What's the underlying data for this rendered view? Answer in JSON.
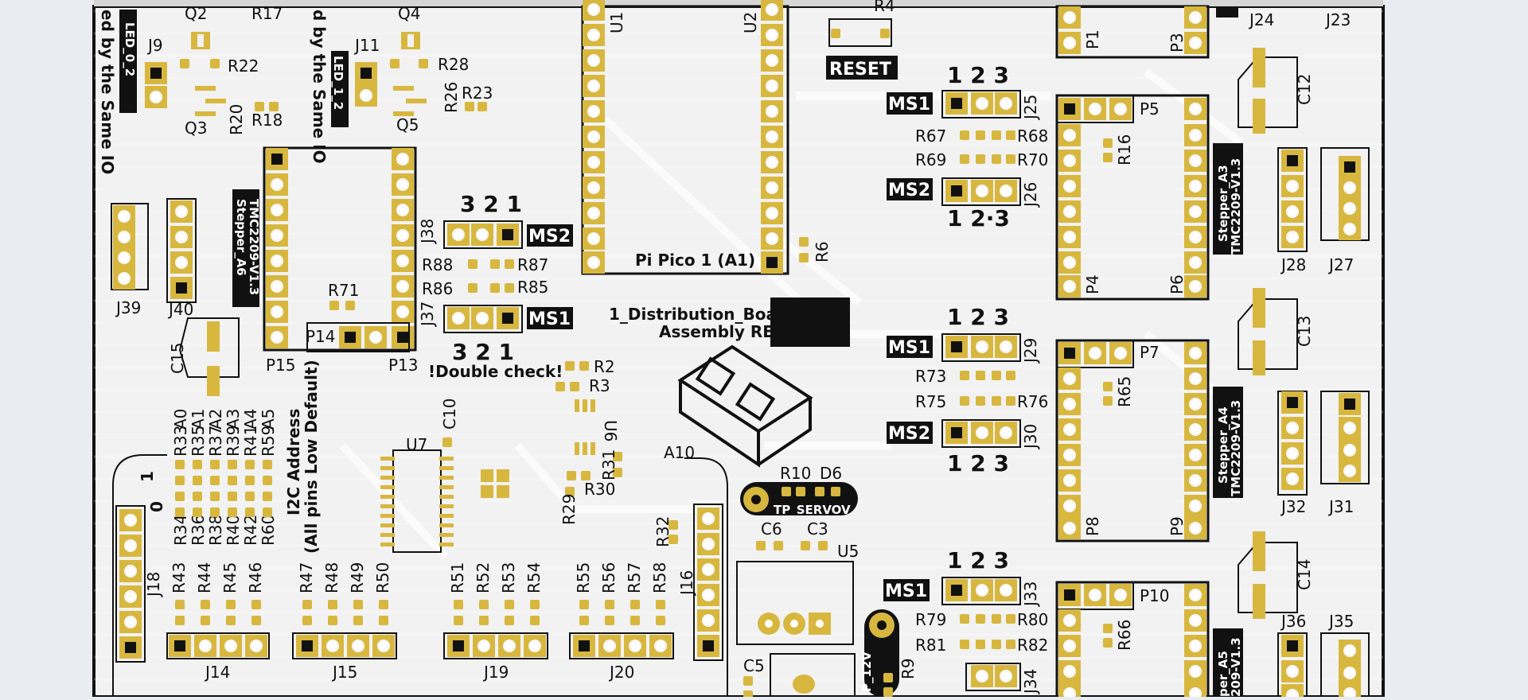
{
  "colors": {
    "background": "#e9ecf0",
    "board": "#f2f2f2",
    "pad": "#d8b73f",
    "silkscreen": "#111111",
    "trace_hint": "#ffffff",
    "inverted_bg": "#111111"
  },
  "board": {
    "title": "1_Distribution_Board",
    "subtitle": "Assembly REV"
  },
  "modules": {
    "pico": "Pi Pico 1 (A1)",
    "reset": "RESET",
    "stepper_a6": "Stepper_A6",
    "stepper_a3": "Stepper_A3",
    "stepper_a4": "Stepper_A4",
    "stepper_a5": "per_A5",
    "tmc_full": "TMC2209-V1.3",
    "tmc_a5": "209-V1.3",
    "led_0_2": "LED_0_2",
    "led_1_2": "LED_1_2",
    "same_io_left": "ed by the Same IO",
    "same_io_mid": "d by the Same IO",
    "i2c_title": "I2C Address",
    "i2c_sub": "(All pins Low Default)",
    "double_check": "!Double check!",
    "tp_servov": "TP_SERVOV",
    "tp_12v": "P_12V"
  },
  "jumpers": {
    "ms1": "MS1",
    "ms2": "MS2",
    "n123": "1 2 3",
    "n321": "3 2 1",
    "n1_23": "1 2·3"
  },
  "i2c_address_labels": [
    "A0",
    "A1",
    "A2",
    "A3",
    "A4",
    "A5"
  ],
  "i2c_low_resistors": [
    "R34",
    "R36",
    "R38",
    "R40",
    "R42",
    "R60"
  ],
  "i2c_high_resistors": [
    "R33",
    "R35",
    "R37",
    "R39",
    "R41",
    "R59"
  ],
  "i2c_side": {
    "one": "1",
    "zero": "0"
  },
  "refs": {
    "Q2": "Q2",
    "Q3": "Q3",
    "Q4": "Q4",
    "Q5": "Q5",
    "R17": "R17",
    "R18": "R18",
    "R20": "R20",
    "R22": "R22",
    "R23": "R23",
    "R26": "R26",
    "R28": "R28",
    "J9": "J9",
    "J11": "J11",
    "U1": "U1",
    "U2": "U2",
    "R4": "R4",
    "J23": "J23",
    "J24": "J24",
    "P1": "P1",
    "P3": "P3",
    "C12": "C12",
    "J25": "J25",
    "J26": "J26",
    "R67": "R67",
    "R68": "R68",
    "R69": "R69",
    "R70": "R70",
    "P4": "P4",
    "P5": "P5",
    "P6": "P6",
    "R16": "R16",
    "J27": "J27",
    "J28": "J28",
    "R6": "R6",
    "J38": "J38",
    "J37": "J37",
    "R88": "R88",
    "R87": "R87",
    "R86": "R86",
    "R85": "R85",
    "R71": "R71",
    "P13": "P13",
    "P14": "P14",
    "P15": "P15",
    "J39": "J39",
    "J40": "J40",
    "C15": "C15",
    "J29": "J29",
    "J30": "J30",
    "R73": "R73",
    "R75": "R75",
    "R76": "R76",
    "P7": "P7",
    "P8": "P8",
    "P9": "P9",
    "R65": "R65",
    "C13": "C13",
    "J31": "J31",
    "J32": "J32",
    "U7": "U7",
    "C10": "C10",
    "U6": "U6",
    "R2": "R2",
    "R3": "R3",
    "R31": "R31",
    "R30": "R30",
    "R29": "R29",
    "A10": "A10",
    "R10": "R10",
    "D6": "D6",
    "C6": "C6",
    "C3": "C3",
    "U5": "U5",
    "C5": "C5",
    "R9": "R9",
    "J33": "J33",
    "J34": "J34",
    "R79": "R79",
    "R80": "R80",
    "R81": "R81",
    "R82": "R82",
    "P10": "P10",
    "R66": "R66",
    "C14": "C14",
    "J35": "J35",
    "J36": "J36",
    "J18": "J18",
    "R43": "R43",
    "R44": "R44",
    "R45": "R45",
    "R46": "R46",
    "R47": "R47",
    "R48": "R48",
    "R49": "R49",
    "R50": "R50",
    "R51": "R51",
    "R52": "R52",
    "R53": "R53",
    "R54": "R54",
    "R55": "R55",
    "R56": "R56",
    "R57": "R57",
    "R58": "R58",
    "R32": "R32",
    "J16": "J16",
    "J14": "J14",
    "J15": "J15",
    "J19": "J19",
    "J20": "J20"
  }
}
